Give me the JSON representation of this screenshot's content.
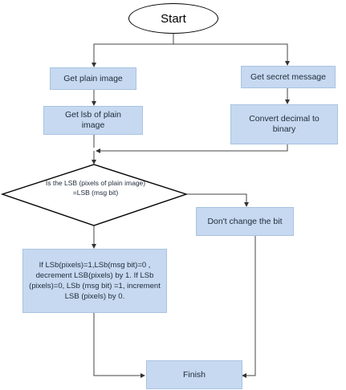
{
  "nodes": {
    "start": "Start",
    "get_plain_image": "Get plain image",
    "get_secret_message": "Get secret message",
    "get_lsb_plain": "Get lsb of plain image",
    "convert_decimal": "Convert decimal to binary",
    "decision": "Is the LSB (pixels of plain image) =LSB (msg bit)",
    "dont_change": "Don't change the bit",
    "rule_text": "If LSb(pixels)=1,LSb(msg bit)=0 , decrement LSB(pixels) by 1. If LSb (pixels)=0, LSb (msg bit) =1, increment LSB (pixels) by 0.",
    "finish": "Finish"
  },
  "colors": {
    "box_fill": "#c6d9f0",
    "line": "#000000"
  }
}
